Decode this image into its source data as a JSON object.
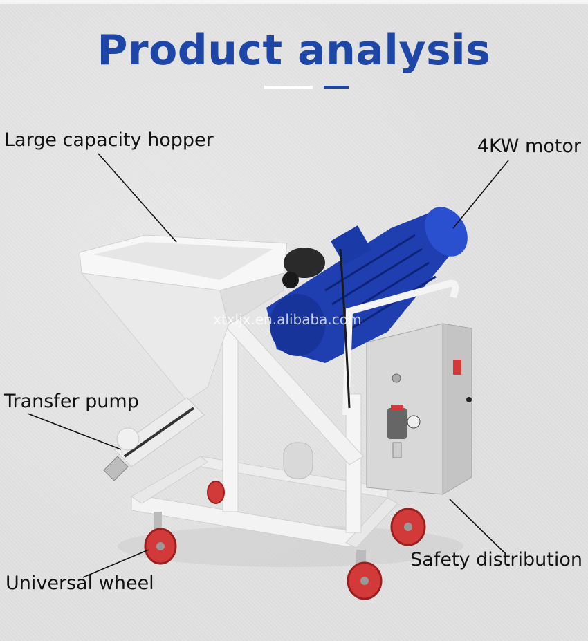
{
  "title": "Product analysis",
  "labels": {
    "hopper": "Large capacity hopper",
    "motor": "4KW motor",
    "pump": "Transfer pump",
    "safety": "Safety distribution",
    "wheel": "Universal wheel"
  },
  "watermark": "xtxljx.en.alibaba.com",
  "colors": {
    "title": "#1e46a6",
    "motor": "#1f3fb0",
    "wheel": "#d23a3a",
    "frame": "#f2f2f2"
  }
}
